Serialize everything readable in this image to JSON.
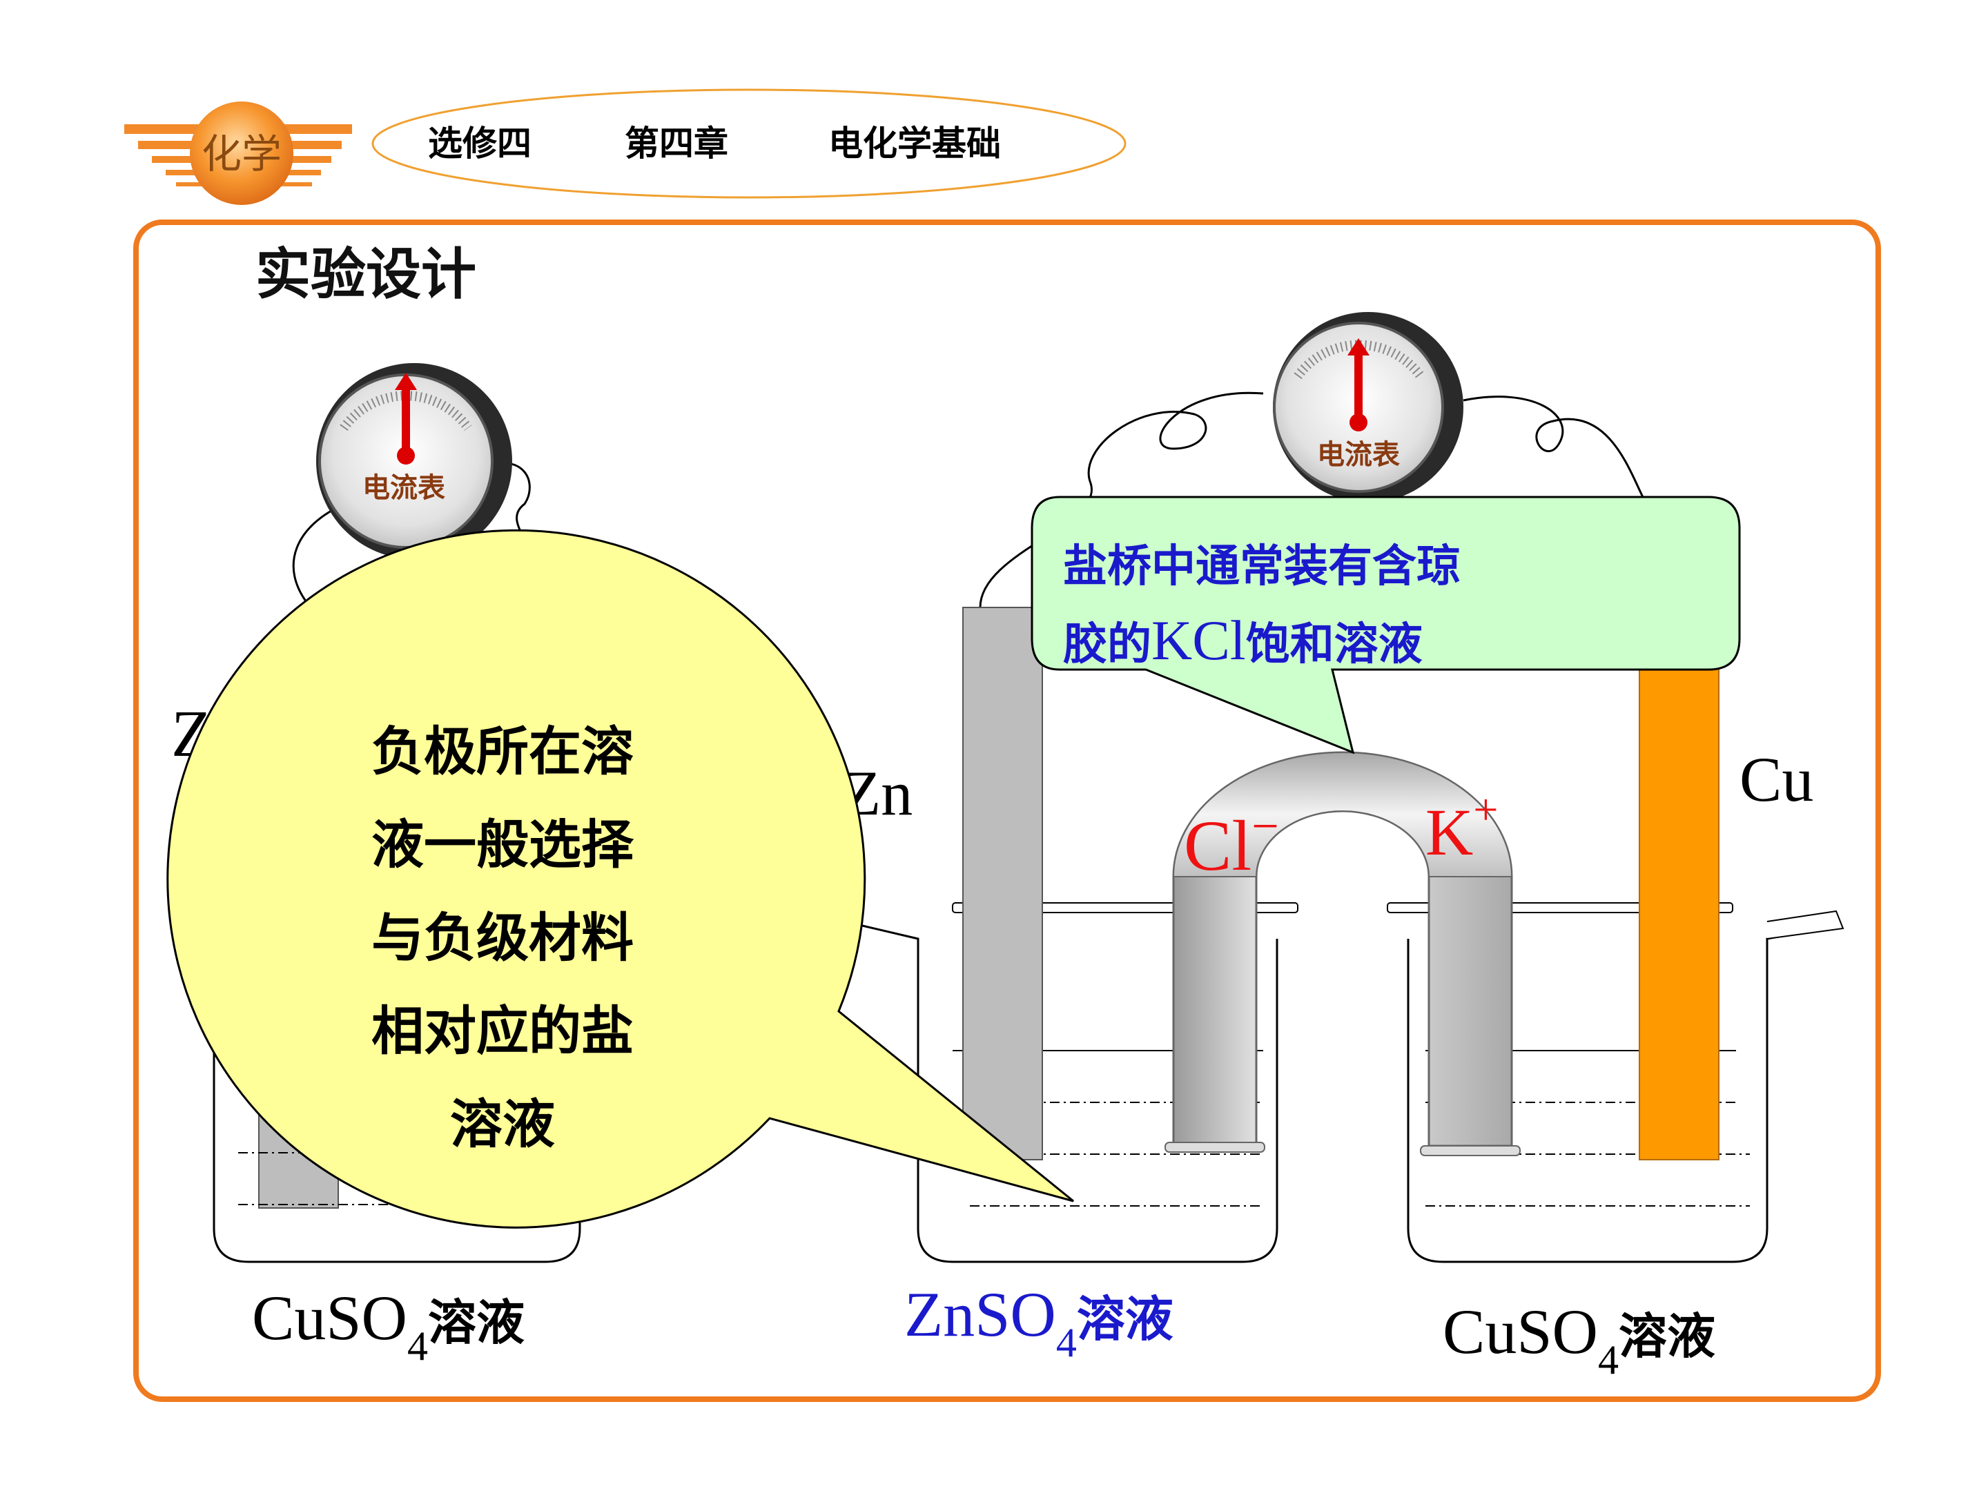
{
  "header": {
    "logo_text": "化学",
    "course": "选修四",
    "chapter": "第四章",
    "topic": "电化学基础"
  },
  "slide": {
    "title": "实验设计"
  },
  "left_cell": {
    "meter_label": "电流表",
    "electrode_left_partial": "Z",
    "solution_formula": "CuSO",
    "solution_subscript": "4",
    "solution_suffix": "溶液"
  },
  "right_cell": {
    "meter_label": "电流表",
    "zn_label": "Zn",
    "cu_label": "Cu",
    "anion_label": "Cl",
    "anion_charge": "−",
    "cation_label": "K",
    "cation_charge": "+",
    "zn_solution_formula": "ZnSO",
    "zn_solution_subscript": "4",
    "zn_solution_suffix": "溶液",
    "cu_solution_formula": "CuSO",
    "cu_solution_subscript": "4",
    "cu_solution_suffix": "溶液"
  },
  "callout_yellow": {
    "lines": [
      "负极所在溶",
      "液一般选择",
      "与负级材料",
      "相对应的盐",
      "溶液"
    ]
  },
  "callout_green": {
    "line1": "盐桥中通常装有含琼",
    "line2_prefix": "胶的",
    "line2_formula": "KCl",
    "line2_suffix": "饱和溶液"
  },
  "colors": {
    "frame_orange": "#f07a1e",
    "copper": "#ff9900",
    "zinc": "#bdbdbd",
    "callout_yellow": "#ffff99",
    "callout_green": "#ccffcc",
    "label_blue": "#1a1acc",
    "ion_red": "#ee1111",
    "needle_red": "#dd0000"
  }
}
